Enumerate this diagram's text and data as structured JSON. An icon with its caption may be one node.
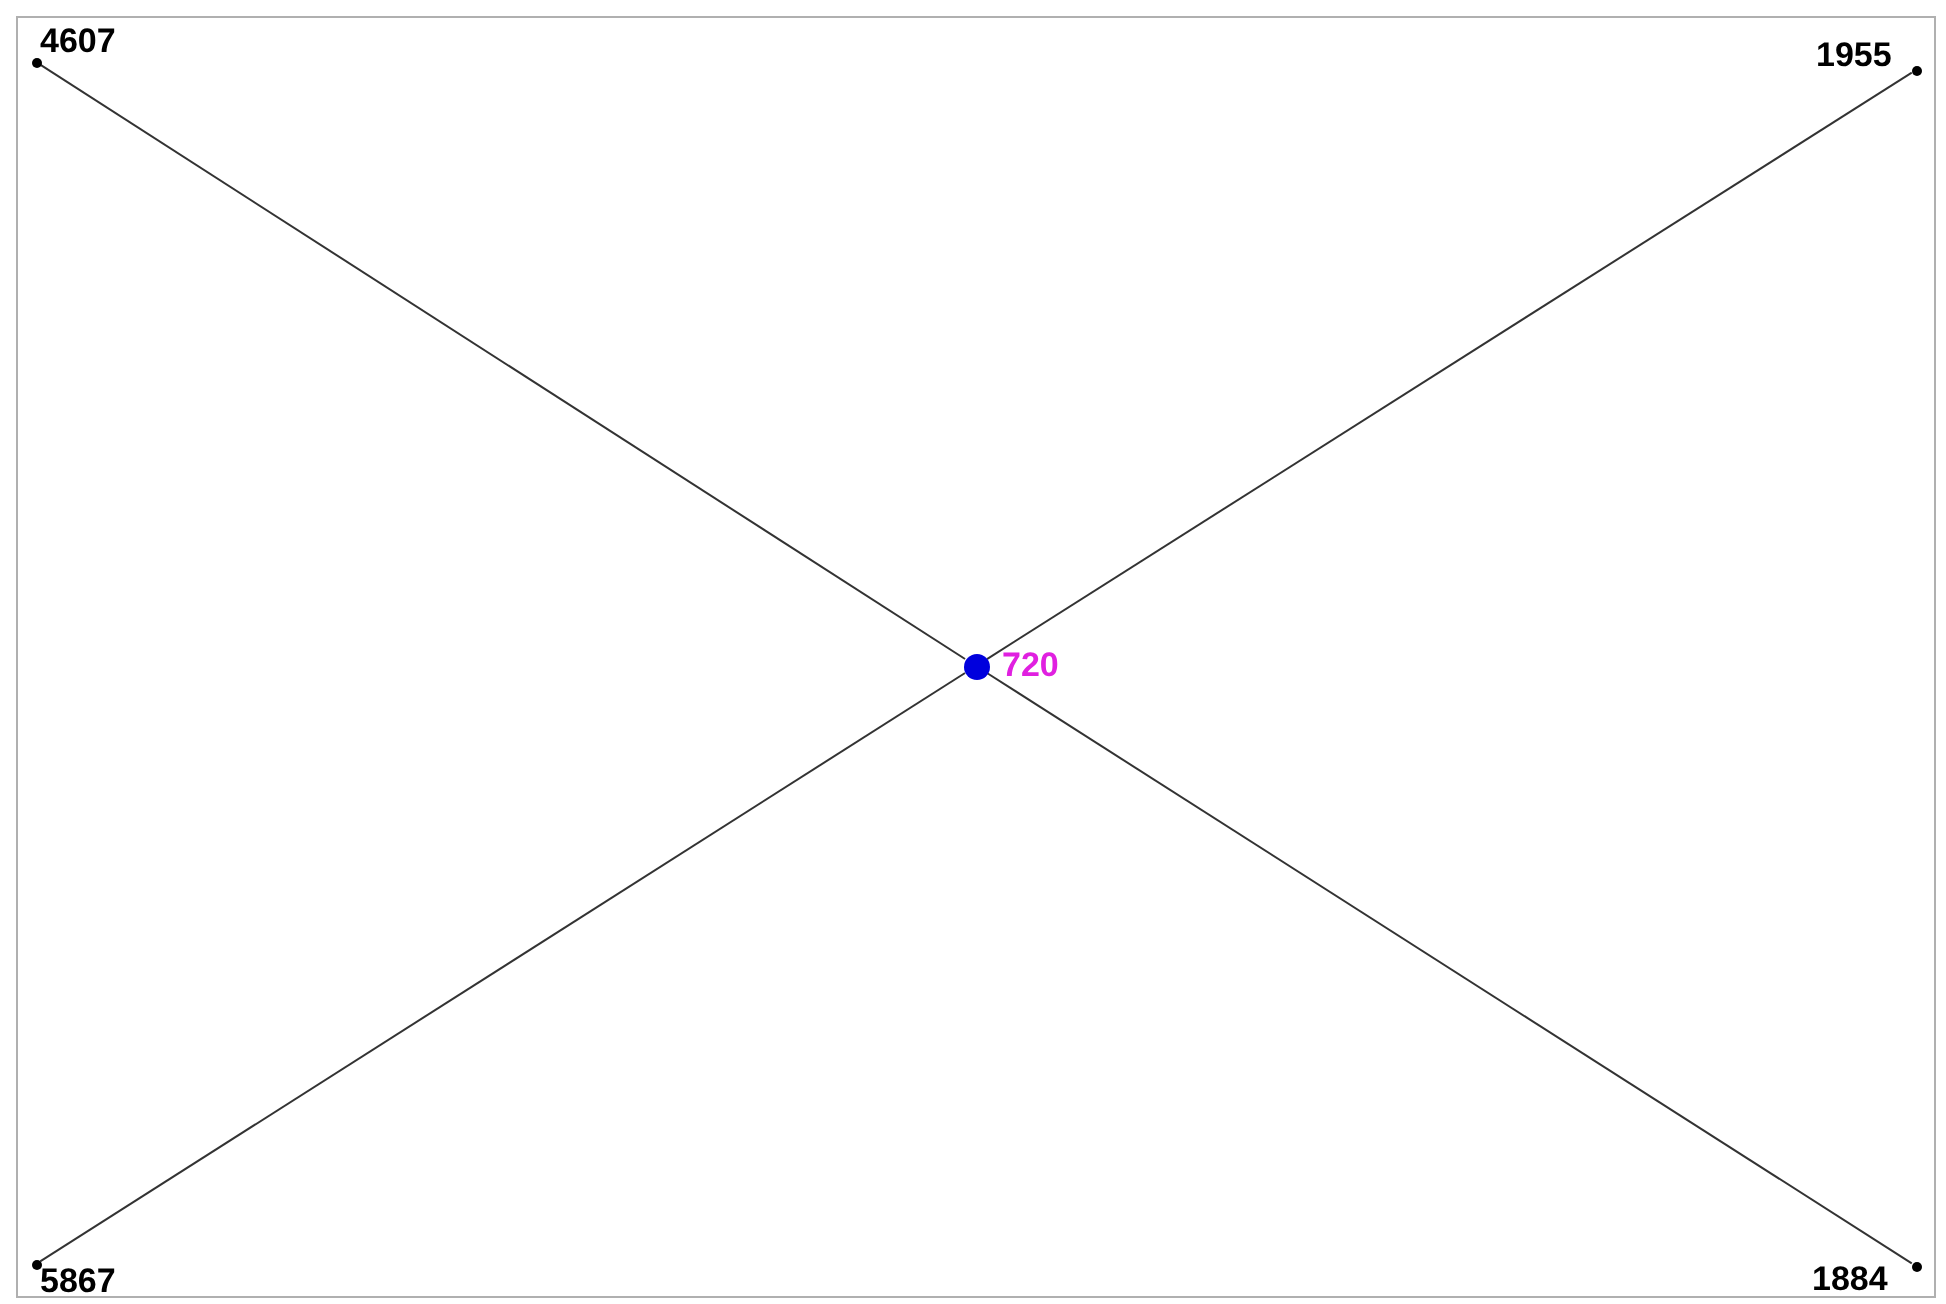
{
  "diagram": {
    "nodes": [
      {
        "text": [],
        "shape": "circle",
        "beside": [
          "4607"
        ]
      },
      {
        "text": [],
        "shape": "circle",
        "beside": [
          "1955"
        ]
      },
      {
        "text": [],
        "shape": "circle",
        "beside": [
          "720"
        ]
      },
      {
        "text": [],
        "shape": "circle",
        "beside": [
          "5867"
        ]
      },
      {
        "text": [],
        "shape": "circle",
        "beside": [
          "1884"
        ]
      }
    ],
    "edges": [
      {
        "from": 2,
        "to": 0,
        "arrow": "none"
      },
      {
        "from": 2,
        "to": 1,
        "arrow": "none"
      },
      {
        "from": 2,
        "to": 3,
        "arrow": "none"
      },
      {
        "from": 2,
        "to": 4,
        "arrow": "none"
      }
    ]
  }
}
